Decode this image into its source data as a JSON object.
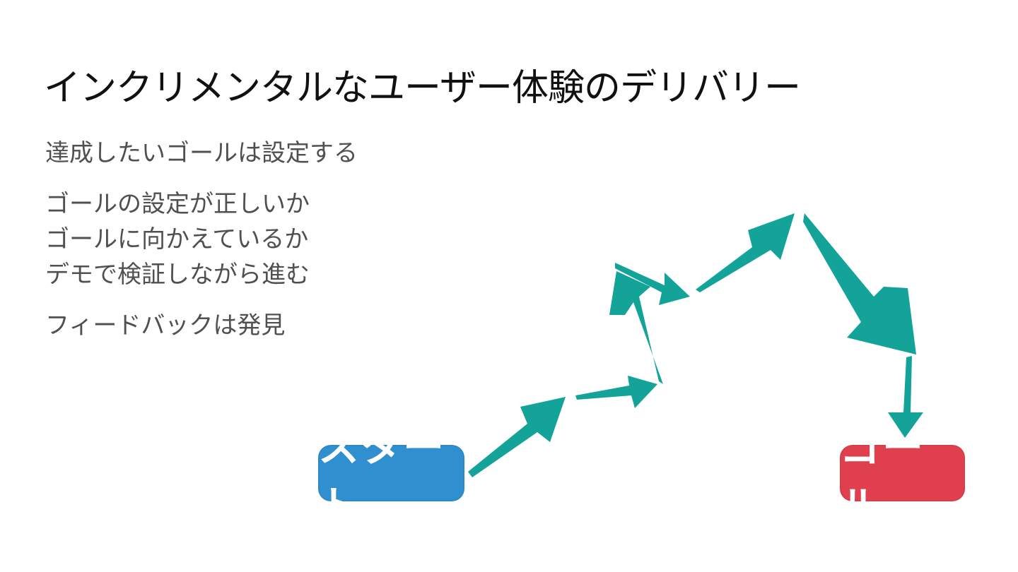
{
  "slide": {
    "title": "インクリメンタルなユーザー体験のデリバリー"
  },
  "bullets": {
    "groups": [
      {
        "lines": [
          "達成したいゴールは設定する"
        ]
      },
      {
        "lines": [
          "ゴールの設定が正しいか",
          "ゴールに向かえているか",
          "デモで検証しながら進む"
        ]
      },
      {
        "lines": [
          "フィードバックは発見"
        ]
      }
    ]
  },
  "diagram": {
    "start_label": "スタート",
    "goal_label": "ゴール",
    "colors": {
      "arrow": "#14a399",
      "start": "#2f8fcf",
      "goal": "#e0404d"
    }
  }
}
